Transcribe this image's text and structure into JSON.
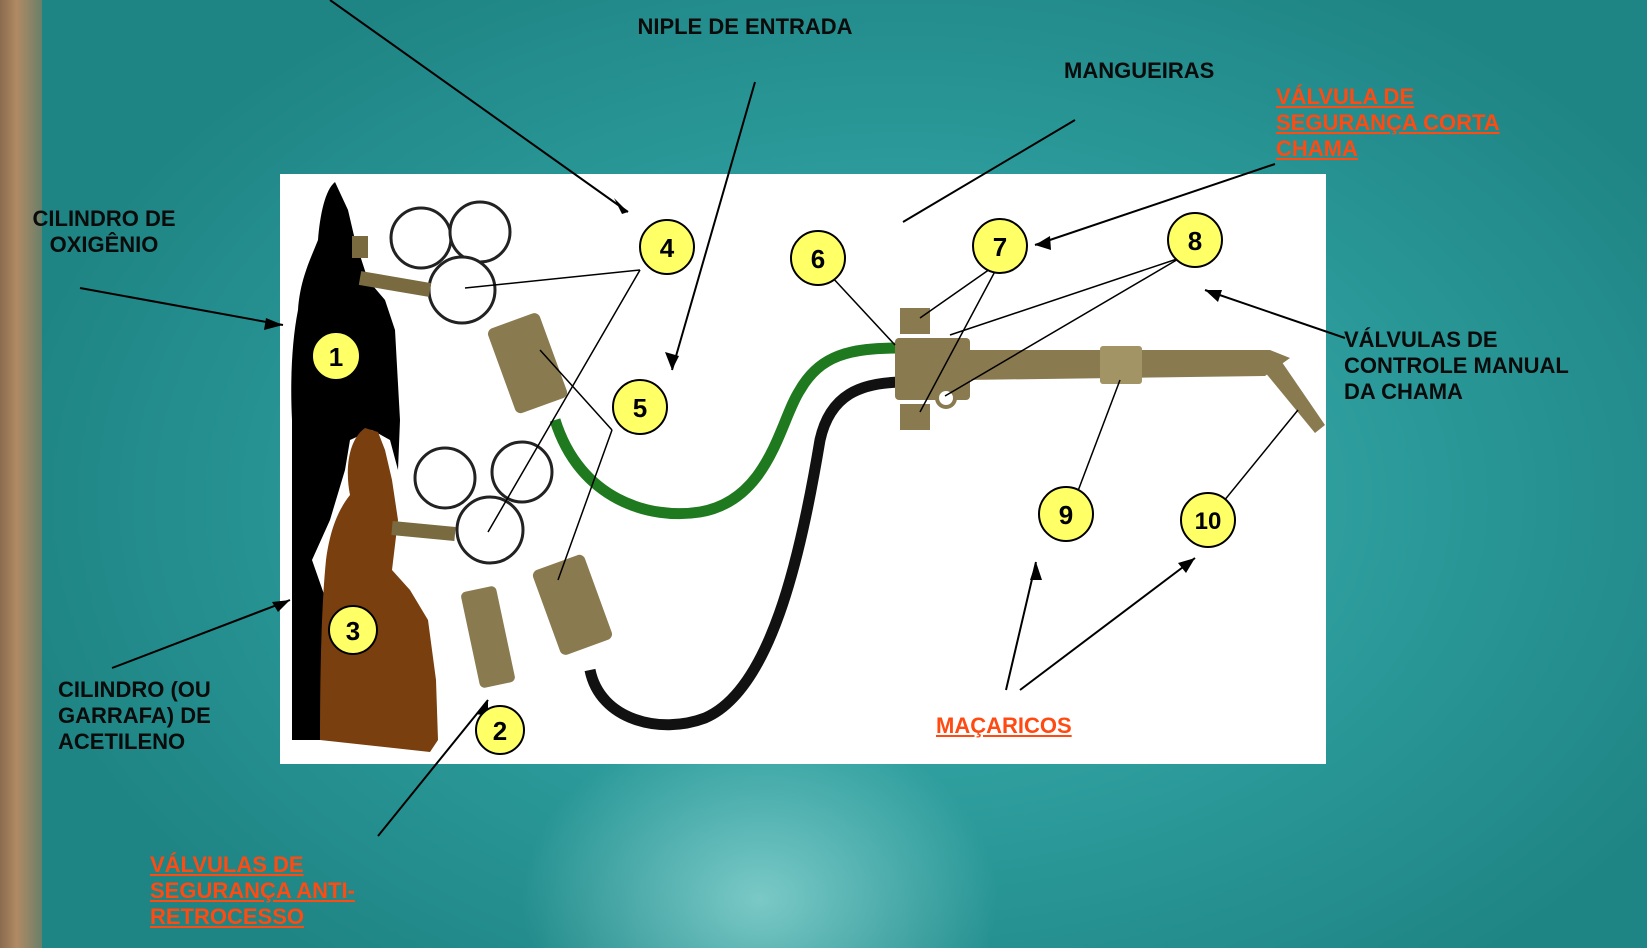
{
  "labels": {
    "niple_entrada": "NIPLE DE ENTRADA",
    "mangueiras": "MANGUEIRAS",
    "valvula_corta_chama": "VÁLVULA DE\nSEGURANÇA CORTA\nCHAMA",
    "cilindro_oxigenio": "CILINDRO DE\nOXIGÊNIO",
    "valvulas_controle": "VÁLVULAS DE\nCONTROLE MANUAL\nDA CHAMA",
    "cilindro_acetileno": "CILINDRO (OU\nGARRAFA) DE\nACETILENO",
    "macaricos": "MAÇARICOS",
    "valvulas_anti_retrocesso": "VÁLVULAS DE\nSEGURANÇA ANTI-\nRETROCESSO"
  },
  "numbers": [
    "1",
    "2",
    "3",
    "4",
    "5",
    "6",
    "7",
    "8",
    "9",
    "10"
  ],
  "colors": {
    "oxygen_cylinder": "#000000",
    "acetylene_cylinder": "#7a3f0e",
    "oxygen_hose": "#1f7a1f",
    "acetylene_hose": "#111111",
    "torch": "#8a7a50",
    "callout_fill": "#ffff66",
    "emphasis_label": "#ff4a12"
  }
}
